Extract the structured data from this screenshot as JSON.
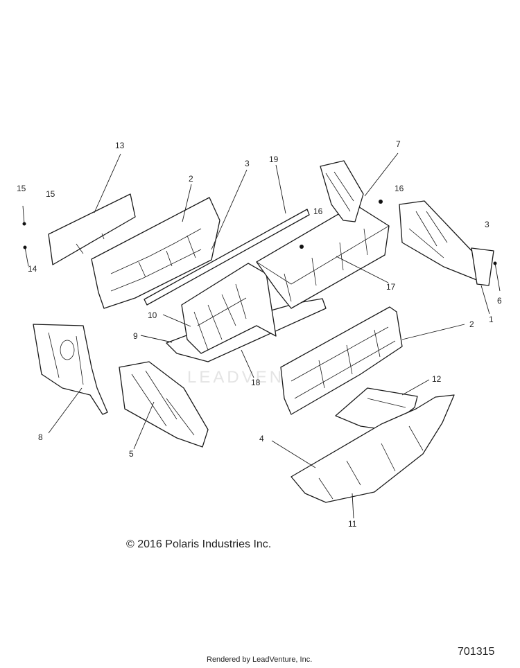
{
  "diagram": {
    "callouts": [
      "13",
      "15",
      "15",
      "14",
      "2",
      "3",
      "19",
      "16",
      "7",
      "16",
      "3",
      "6",
      "1",
      "17",
      "10",
      "9",
      "18",
      "2",
      "12",
      "8",
      "5",
      "4",
      "11"
    ],
    "watermark": "LEADVENTURE"
  },
  "footer": {
    "copyright": "© 2016 Polaris Industries Inc.",
    "rendered_by": "Rendered by LeadVenture, Inc.",
    "drawing_number": "701315"
  }
}
